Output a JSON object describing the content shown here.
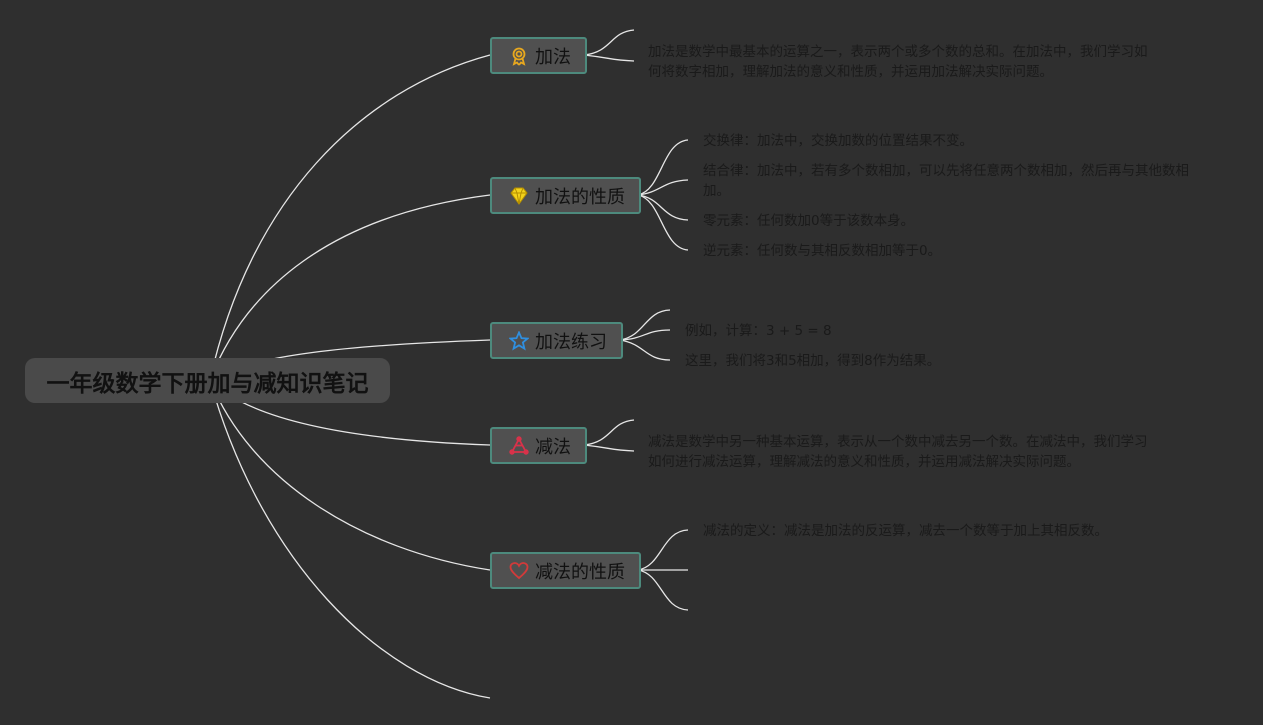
{
  "root": {
    "title": "一年级数学下册加与减知识笔记"
  },
  "branches": {
    "addition": {
      "label": "加法",
      "icon": "ribbon-medal-icon",
      "icon_color": "#e8a81f",
      "note": "加法是数学中最基本的运算之一，表示两个或多个数的总和。在加法中，我们学习如何将数字相加，理解加法的意义和性质，并运用加法解决实际问题。"
    },
    "addition_properties": {
      "label": "加法的性质",
      "icon": "diamond-icon",
      "icon_color": "#f2d21b",
      "items": [
        "交换律：加法中，交换加数的位置结果不变。",
        "结合律：加法中，若有多个数相加，可以先将任意两个数相加，然后再与其他数相加。",
        "零元素：任何数加0等于该数本身。",
        "逆元素：任何数与其相反数相加等于0。"
      ]
    },
    "addition_practice": {
      "label": "加法练习",
      "icon": "star-icon",
      "icon_color": "#2f8fe0",
      "items": [
        "例如，计算：3 + 5 = 8",
        "这里，我们将3和5相加，得到8作为结果。"
      ]
    },
    "subtraction": {
      "label": "减法",
      "icon": "triangle-network-icon",
      "icon_color": "#d8324a",
      "note": "减法是数学中另一种基本运算，表示从一个数中减去另一个数。在减法中，我们学习如何进行减法运算，理解减法的意义和性质，并运用减法解决实际问题。"
    },
    "subtraction_properties": {
      "label": "减法的性质",
      "icon": "heart-icon",
      "icon_color": "#d23a3a",
      "items": [
        "减法的定义：减法是加法的反运算，减去一个数等于加上其相反数。"
      ]
    }
  }
}
